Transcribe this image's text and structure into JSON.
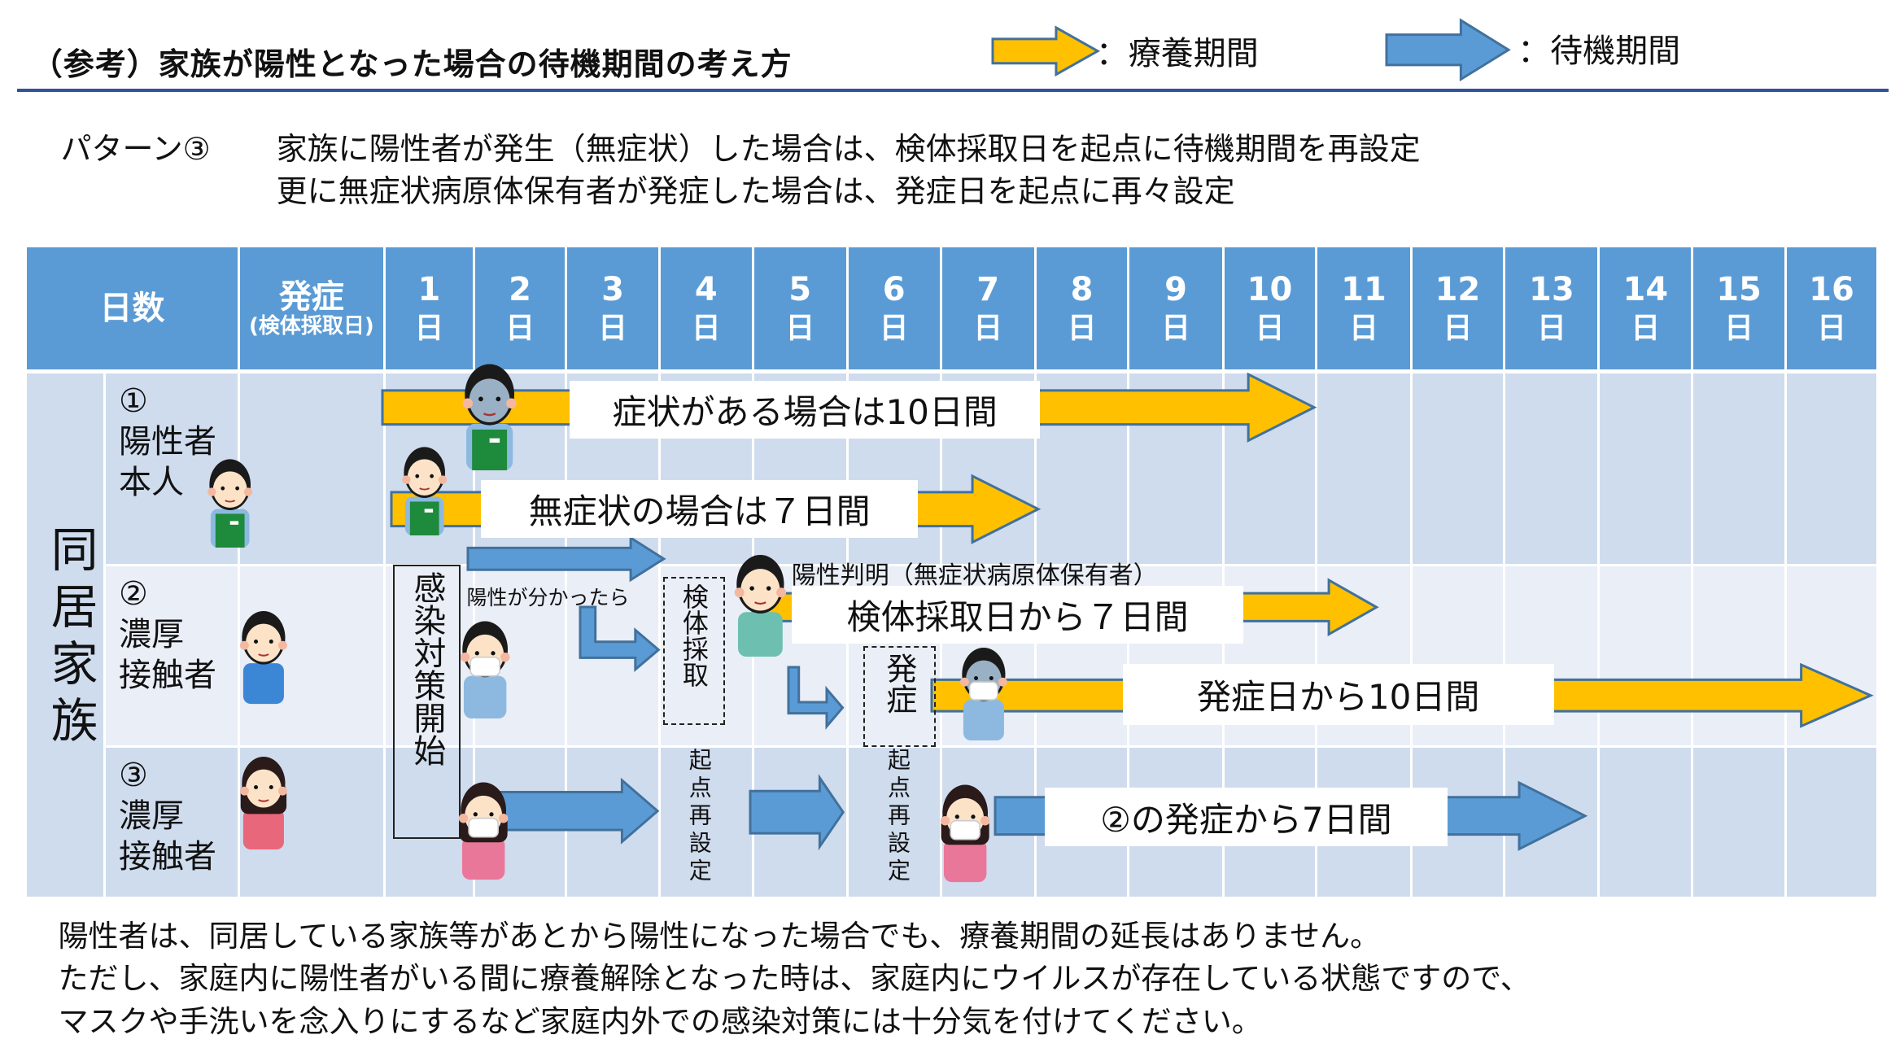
{
  "title": "（参考）家族が陽性となった場合の待機期間の考え方",
  "legend": {
    "treatment": {
      "label": "：療養期間",
      "color": "#FFC000",
      "icon": "yellow-arrow-icon"
    },
    "waiting": {
      "label": "：待機期間",
      "color": "#5B9BD5",
      "icon": "blue-arrow-icon"
    }
  },
  "pattern": {
    "name": "パターン③",
    "line1": "家族に陽性者が発生（無症状）した場合は、検体採取日を起点に待機期間を再設定",
    "line2": "更に無症状病原体保有者が発症した場合は、発症日を起点に再々設定"
  },
  "table": {
    "header_days_label": "日数",
    "header_onset_main": "発症",
    "header_onset_sub": "(検体採取日)",
    "day_unit": "日",
    "days": [
      "1",
      "2",
      "3",
      "4",
      "5",
      "6",
      "7",
      "8",
      "9",
      "10",
      "11",
      "12",
      "13",
      "14",
      "15",
      "16"
    ],
    "group_label": "同居家族",
    "rows": [
      {
        "num": "①",
        "line1": "陽性者",
        "line2": "本人"
      },
      {
        "num": "②",
        "line1": "濃厚",
        "line2": "接触者"
      },
      {
        "num": "③",
        "line1": "濃厚",
        "line2": "接触者"
      }
    ]
  },
  "annotations": {
    "symptomatic": "症状がある場合は10日間",
    "asymptomatic": "無症状の場合は７日間",
    "infection_control": "感染対策開始",
    "if_positive": "陽性が分かったら",
    "specimen_collection": "検体採取",
    "positive_found": "陽性判明（無症状病原体保有者）",
    "from_specimen_day": "検体採取日から７日間",
    "onset": "発症",
    "from_onset": "発症日から10日間",
    "restart_point": "起点再設定",
    "from_onset_2": "②の発症から7日間"
  },
  "footer": {
    "line1": "陽性者は、同居している家族等があとから陽性になった場合でも、療養期間の延長はありません。",
    "line2": "ただし、家庭内に陽性者がいる間に療養解除となった時は、家庭内にウイルスが存在している状態ですので、",
    "line3": "マスクや手洗いを念入りにするなど家庭内外での感染対策には十分気を付けてください。"
  },
  "colors": {
    "header": "#5B9BD5",
    "rule": "#2F5597",
    "yellow": "#FFC000",
    "blue": "#5B9BD5",
    "arrow_outline": "#41719C"
  }
}
